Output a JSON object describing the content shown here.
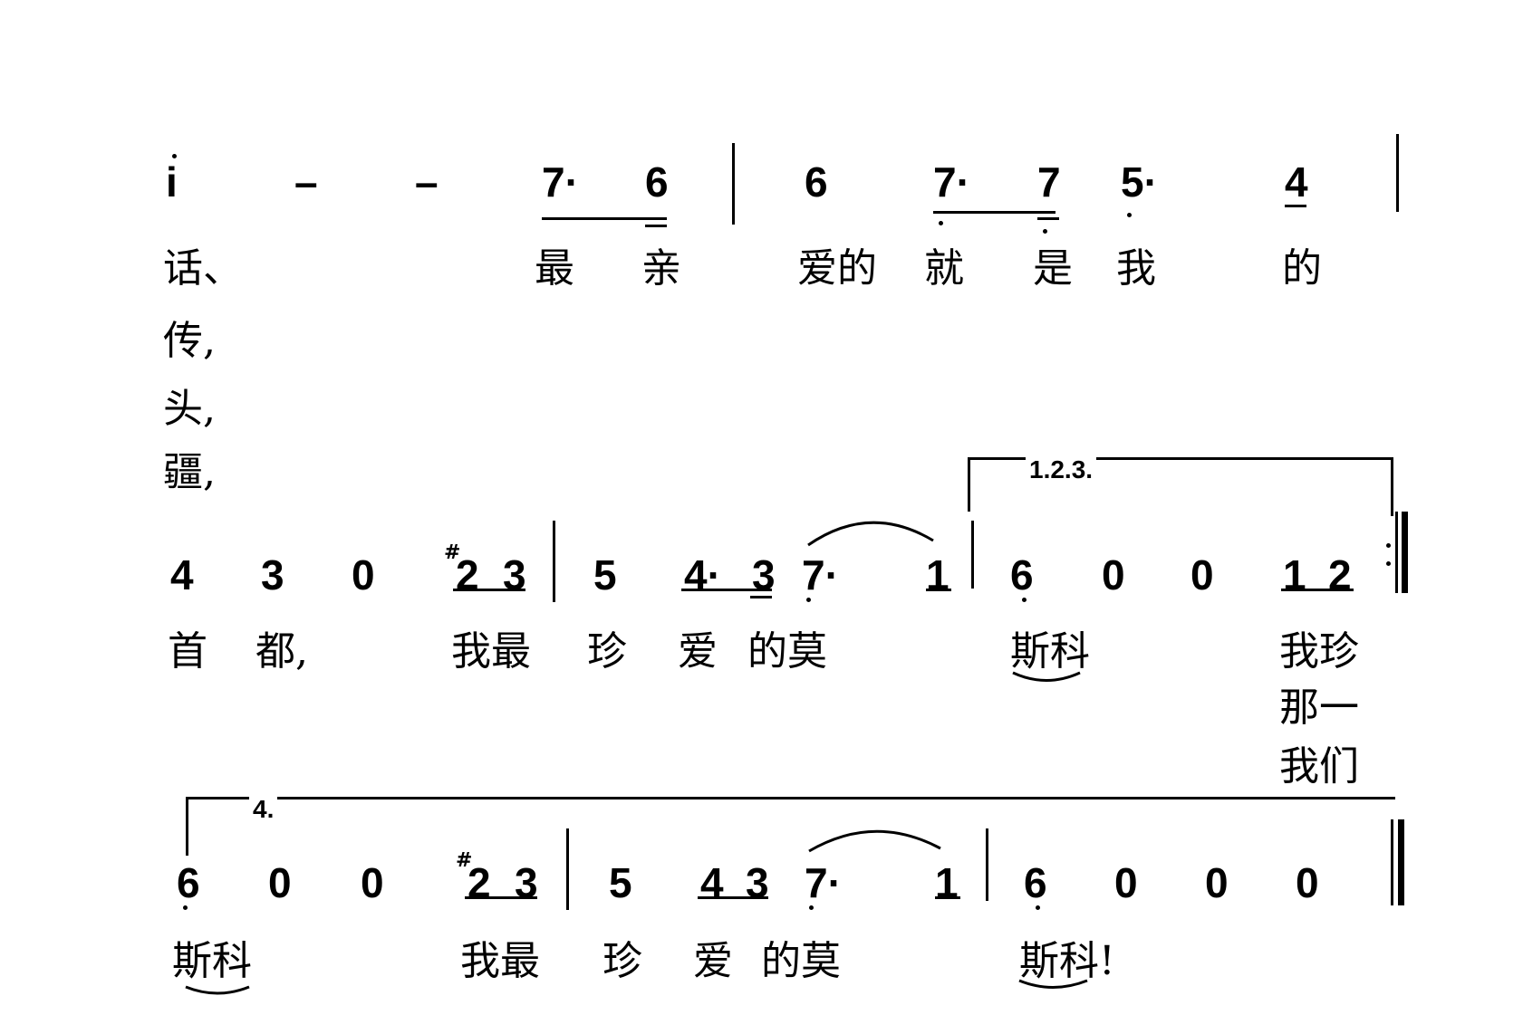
{
  "score": {
    "line1": {
      "notes": [
        "i",
        "–",
        "–",
        "7·",
        "6",
        "6",
        "7·",
        "7",
        "5·",
        "4"
      ],
      "lyrics1": [
        "话、",
        "最",
        "亲",
        "爱的",
        "就",
        "是",
        "我",
        "的"
      ],
      "lyric_alt": [
        "传,",
        "头,",
        "疆,"
      ]
    },
    "volta1": "1.2.3.",
    "line2": {
      "notes": [
        "4",
        "3",
        "0",
        "2",
        "3",
        "5",
        "4·",
        "3",
        "7·",
        "1",
        "6",
        "0",
        "0",
        "1",
        "2"
      ],
      "lyrics": [
        "首",
        "都,",
        "我最",
        "珍",
        "爱",
        "的莫",
        "斯科",
        "我珍"
      ],
      "lyric_alt": [
        "那一",
        "我们"
      ]
    },
    "volta2": "4.",
    "line3": {
      "notes": [
        "6",
        "0",
        "0",
        "2",
        "3",
        "5",
        "4",
        "3",
        "7·",
        "1",
        "6",
        "0",
        "0",
        "0"
      ],
      "lyrics": [
        "斯科",
        "我最",
        "珍",
        "爱",
        "的莫",
        "斯科!"
      ]
    }
  }
}
